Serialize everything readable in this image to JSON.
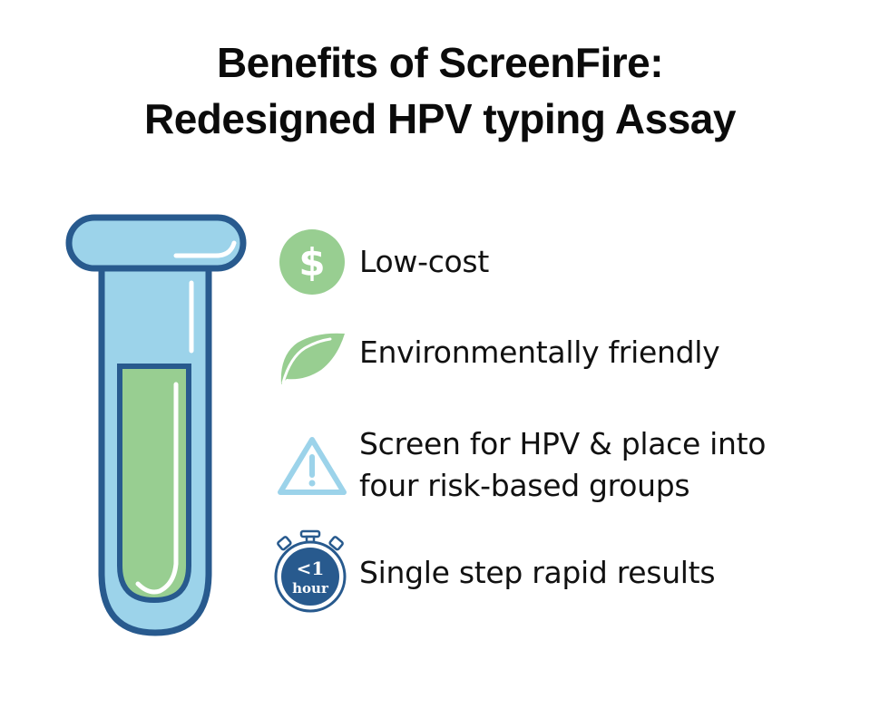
{
  "title": {
    "line1": "Benefits of ScreenFire:",
    "line2": "Redesigned HPV typing Assay"
  },
  "colors": {
    "tube_fill": "#9cd3ea",
    "tube_outline": "#285a8e",
    "liquid": "#98ce91",
    "green_icon": "#98ce91",
    "warning_icon": "#9cd3ea",
    "timer_icon": "#285a8e"
  },
  "benefits": [
    {
      "icon": "dollar-icon",
      "lines": [
        "Low-cost"
      ]
    },
    {
      "icon": "leaf-icon",
      "lines": [
        "Environmentally friendly"
      ]
    },
    {
      "icon": "warning-icon",
      "lines": [
        "Screen for HPV & place into",
        "four risk-based groups"
      ]
    },
    {
      "icon": "stopwatch-icon",
      "lines": [
        "Single step rapid results"
      ],
      "badge_top": "<1",
      "badge_bottom": "hour"
    }
  ]
}
